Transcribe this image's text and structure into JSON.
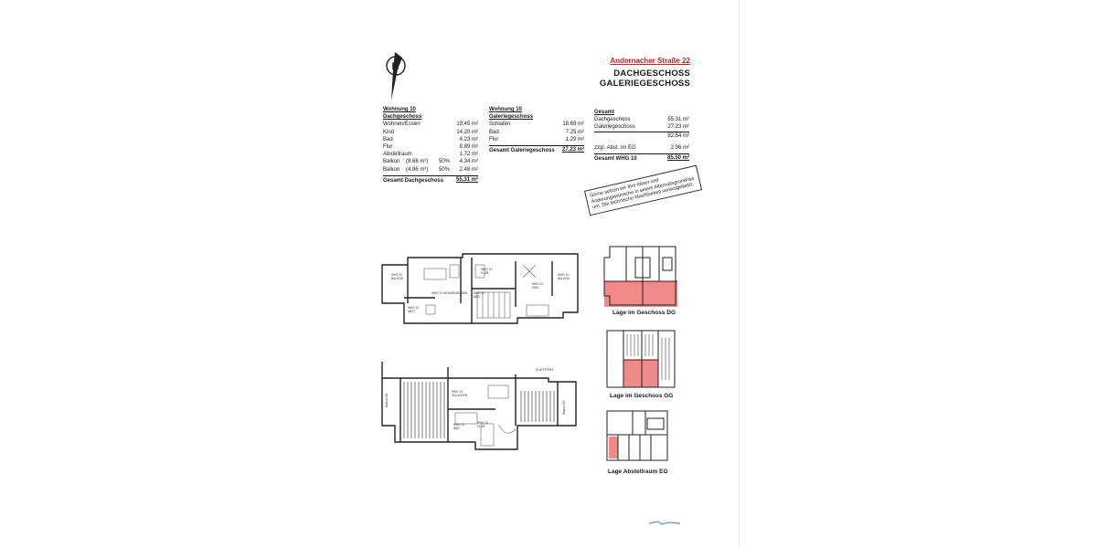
{
  "header": {
    "address": "Andernacher Straße 22",
    "floor1": "DACHGESCHOSS",
    "floor2": "GALERIEGESCHOSS"
  },
  "table_dg": {
    "title1": "Wohnung 10",
    "title2": "Dachgeschoss",
    "rows": [
      {
        "label": "Wohnen/Essen",
        "value": "19.45 m²"
      },
      {
        "label": "Kind",
        "value": "14.20 m²"
      },
      {
        "label": "Bad",
        "value": "4.23 m²"
      },
      {
        "label": "Flur",
        "value": "8.89 m²"
      },
      {
        "label": "Abstellraum",
        "value": "1.72 m²"
      },
      {
        "label": "Balkon",
        "size": "(8.68 m²)",
        "pct": "50%",
        "value": "4.34 m²"
      },
      {
        "label": "Balkon",
        "size": "(4.96 m²)",
        "pct": "50%",
        "value": "2.48 m²"
      }
    ],
    "total_label": "Gesamt Dachgeschoss",
    "total_value": "55.31 m²"
  },
  "table_gg": {
    "title1": "Wohnung 10",
    "title2": "Galeriegeschoss",
    "rows": [
      {
        "label": "Schlafen",
        "value": "18.69 m²"
      },
      {
        "label": "Bad",
        "value": "7.25 m²"
      },
      {
        "label": "Flur",
        "value": "1.29 m²"
      }
    ],
    "total_label": "Gesamt Galeriegeschoss",
    "total_value": "27.23 m²"
  },
  "table_total": {
    "title": "Gesamt",
    "rows": [
      {
        "label": "Dachgeschoss",
        "value": "55.31 m²"
      },
      {
        "label": "Galeriegeschoss",
        "value": "27.23 m²"
      },
      {
        "label": "",
        "value": "82.54 m²"
      }
    ],
    "extra_label": "zzgl. Abst. im EG",
    "extra_value": "2.96 m²",
    "total_label": "Gesamt WHG 10",
    "total_value": "85.50 m²"
  },
  "note": "Gerne setzen wir Ihre Ideen und Änderungswünsche in einem Alternativgrundriss um. Die technische Machbarkeit vorausgesetzt.",
  "captions": {
    "dg": "Lage im Geschoss DG",
    "gg": "Lage im Geschoss GG",
    "eg": "Lage Abstellraum EG"
  },
  "colors": {
    "accent": "#c0202a",
    "highlight": "#f08a88"
  }
}
